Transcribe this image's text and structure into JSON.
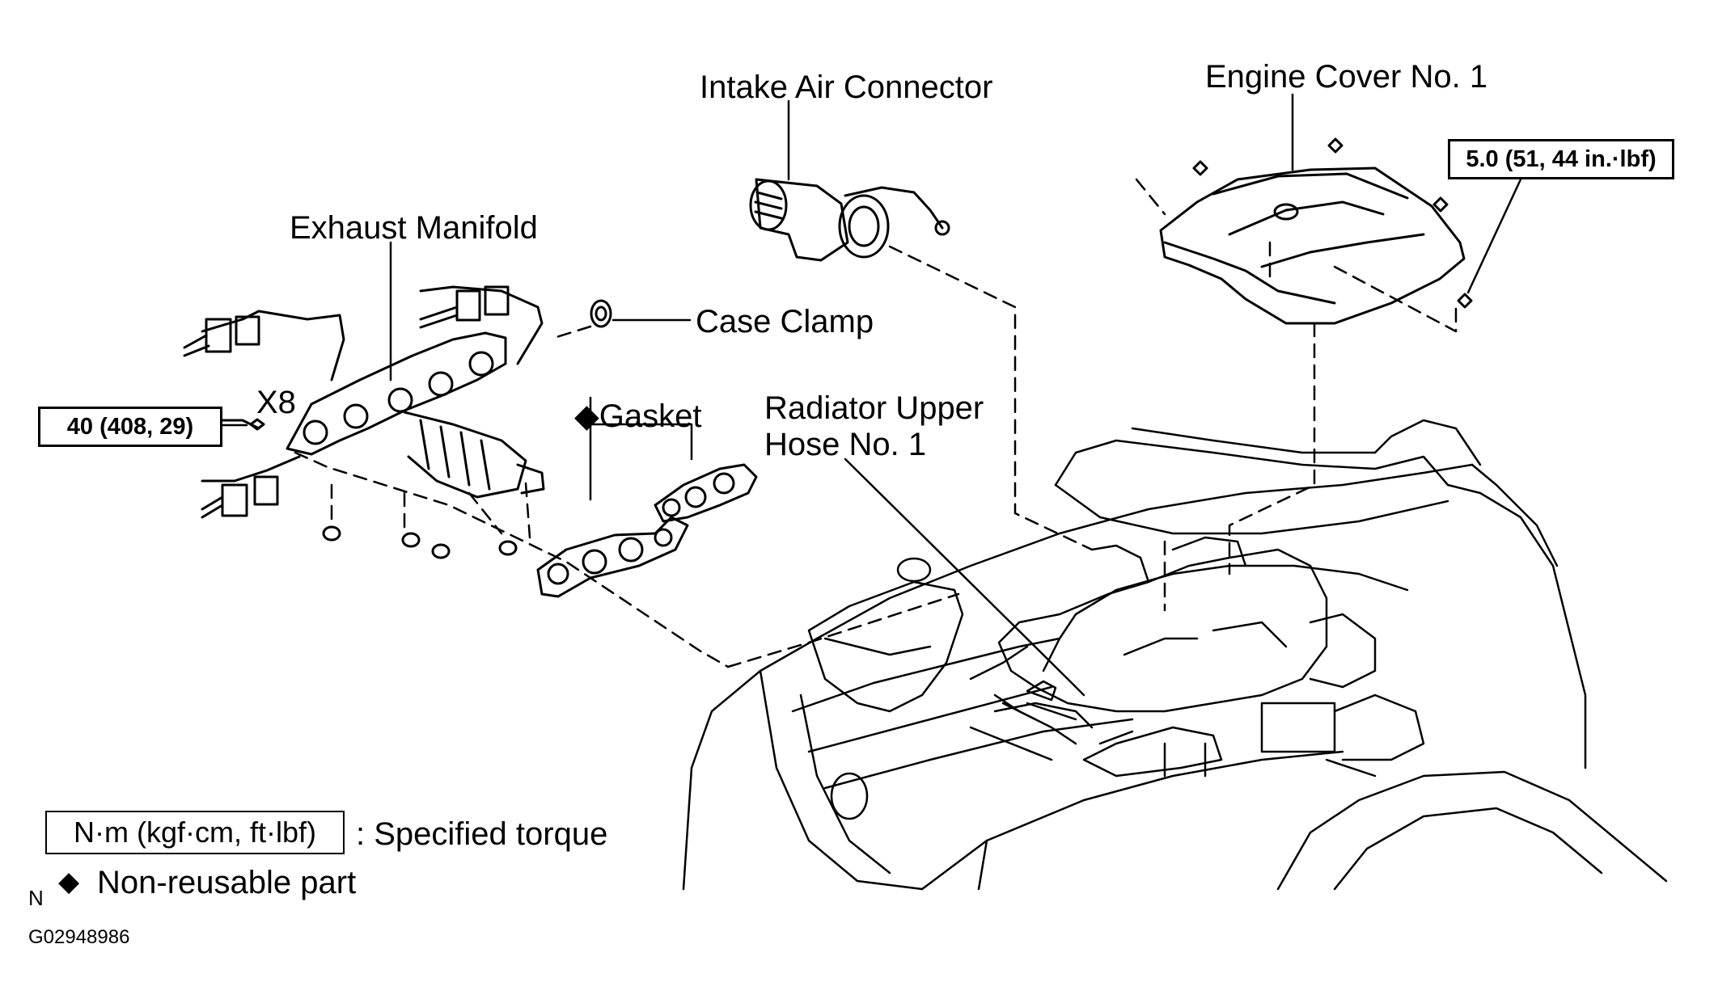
{
  "labels": {
    "intake_air_connector": "Intake Air Connector",
    "engine_cover": "Engine Cover No. 1",
    "exhaust_manifold": "Exhaust Manifold",
    "case_clamp": "Case Clamp",
    "gasket": "Gasket",
    "radiator_hose_line1": "Radiator Upper",
    "radiator_hose_line2": "Hose No. 1",
    "quantity": "X8"
  },
  "torque": {
    "manifold_nut": "40 (408, 29)",
    "cover_nut": "5.0 (51, 44 in.·lbf)"
  },
  "legend": {
    "torque_unit": "N·m (kgf·cm, ft·lbf)",
    "torque_desc": ": Specified torque",
    "nonreusable_symbol": "◆",
    "nonreusable_desc": "Non-reusable part",
    "n_mark": "N"
  },
  "figure_id": "G02948986",
  "colors": {
    "ink": "#000000",
    "paper": "#ffffff"
  }
}
